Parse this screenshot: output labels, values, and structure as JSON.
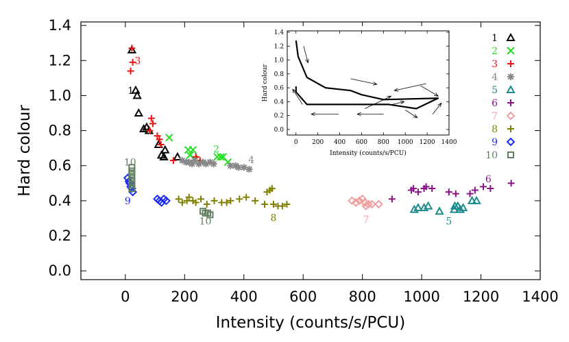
{
  "chart_data": [
    {
      "type": "scatter",
      "xlabel": "Intensity (counts/s/PCU)",
      "ylabel": "Hard colour",
      "xlim": [
        -150,
        1400
      ],
      "ylim": [
        -0.05,
        1.42
      ],
      "xticks": [
        0,
        200,
        400,
        600,
        800,
        1000,
        1200,
        1400
      ],
      "yticks": [
        0.0,
        0.2,
        0.4,
        0.6,
        0.8,
        1.0,
        1.2,
        1.4
      ],
      "xtick_labels": [
        "0",
        "200",
        "400",
        "600",
        "800",
        "1000",
        "1200",
        "1400"
      ],
      "ytick_labels": [
        "0.0",
        "0.2",
        "0.4",
        "0.6",
        "0.8",
        "1.0",
        "1.2",
        "1.4"
      ],
      "legend_position": "top-right",
      "series": [
        {
          "name": "1",
          "marker": "triangle",
          "color": "#000000",
          "points": [
            [
              22,
              1.26
            ],
            [
              35,
              1.03
            ],
            [
              40,
              1.0
            ],
            [
              45,
              0.9
            ],
            [
              62,
              0.81
            ],
            [
              72,
              0.82
            ],
            [
              80,
              0.8
            ],
            [
              112,
              0.72
            ],
            [
              122,
              0.66
            ],
            [
              130,
              0.65
            ],
            [
              134,
              0.69
            ],
            [
              176,
              0.65
            ]
          ]
        },
        {
          "name": "2",
          "marker": "x",
          "color": "#22dd22",
          "points": [
            [
              148,
              0.76
            ],
            [
              212,
              0.69
            ],
            [
              218,
              0.66
            ],
            [
              228,
              0.69
            ],
            [
              232,
              0.64
            ],
            [
              310,
              0.65
            ],
            [
              322,
              0.65
            ],
            [
              330,
              0.65
            ],
            [
              346,
              0.62
            ]
          ]
        },
        {
          "name": "3",
          "marker": "plus",
          "color": "#ee1111",
          "points": [
            [
              22,
              1.27
            ],
            [
              25,
              1.19
            ],
            [
              18,
              1.14
            ],
            [
              88,
              0.87
            ],
            [
              93,
              0.84
            ],
            [
              82,
              0.8
            ],
            [
              108,
              0.77
            ],
            [
              115,
              0.75
            ],
            [
              120,
              0.72
            ],
            [
              162,
              0.63
            ],
            [
              238,
              0.65
            ],
            [
              252,
              0.63
            ]
          ]
        },
        {
          "name": "4",
          "marker": "asterisk",
          "color": "#888888",
          "points": [
            [
              192,
              0.63
            ],
            [
              205,
              0.62
            ],
            [
              215,
              0.62
            ],
            [
              225,
              0.61
            ],
            [
              235,
              0.63
            ],
            [
              248,
              0.61
            ],
            [
              262,
              0.62
            ],
            [
              272,
              0.61
            ],
            [
              286,
              0.62
            ],
            [
              298,
              0.61
            ],
            [
              355,
              0.6
            ],
            [
              372,
              0.6
            ],
            [
              382,
              0.59
            ],
            [
              400,
              0.59
            ],
            [
              418,
              0.58
            ]
          ]
        },
        {
          "name": "5",
          "marker": "triangle",
          "color": "#1a8a8a",
          "points": [
            [
              975,
              0.35
            ],
            [
              988,
              0.36
            ],
            [
              1008,
              0.36
            ],
            [
              1022,
              0.37
            ],
            [
              1060,
              0.34
            ],
            [
              1110,
              0.35
            ],
            [
              1112,
              0.37
            ],
            [
              1122,
              0.37
            ],
            [
              1130,
              0.35
            ],
            [
              1140,
              0.36
            ],
            [
              1170,
              0.4
            ],
            [
              1185,
              0.4
            ]
          ]
        },
        {
          "name": "6",
          "marker": "plus",
          "color": "#881188",
          "points": [
            [
              900,
              0.41
            ],
            [
              965,
              0.46
            ],
            [
              972,
              0.47
            ],
            [
              988,
              0.45
            ],
            [
              1008,
              0.47
            ],
            [
              1015,
              0.48
            ],
            [
              1035,
              0.47
            ],
            [
              1092,
              0.45
            ],
            [
              1115,
              0.44
            ],
            [
              1163,
              0.44
            ],
            [
              1180,
              0.46
            ],
            [
              1208,
              0.48
            ],
            [
              1232,
              0.47
            ],
            [
              1302,
              0.5
            ]
          ]
        },
        {
          "name": "7",
          "marker": "diamond",
          "color": "#f0a0a0",
          "points": [
            [
              765,
              0.4
            ],
            [
              778,
              0.39
            ],
            [
              790,
              0.4
            ],
            [
              800,
              0.41
            ],
            [
              808,
              0.39
            ],
            [
              812,
              0.37
            ],
            [
              820,
              0.38
            ],
            [
              832,
              0.38
            ],
            [
              855,
              0.38
            ]
          ]
        },
        {
          "name": "8",
          "marker": "plus",
          "color": "#808000",
          "points": [
            [
              180,
              0.41
            ],
            [
              192,
              0.39
            ],
            [
              208,
              0.4
            ],
            [
              215,
              0.42
            ],
            [
              228,
              0.4
            ],
            [
              238,
              0.39
            ],
            [
              255,
              0.41
            ],
            [
              275,
              0.38
            ],
            [
              300,
              0.4
            ],
            [
              325,
              0.39
            ],
            [
              342,
              0.39
            ],
            [
              355,
              0.4
            ],
            [
              385,
              0.41
            ],
            [
              408,
              0.42
            ],
            [
              438,
              0.4
            ],
            [
              478,
              0.45
            ],
            [
              488,
              0.46
            ],
            [
              495,
              0.47
            ],
            [
              470,
              0.38
            ],
            [
              500,
              0.38
            ],
            [
              515,
              0.37
            ],
            [
              530,
              0.37
            ],
            [
              545,
              0.38
            ]
          ]
        },
        {
          "name": "9",
          "marker": "diamond",
          "color": "#1a2aee",
          "points": [
            [
              8,
              0.53
            ],
            [
              12,
              0.51
            ],
            [
              15,
              0.5
            ],
            [
              18,
              0.48
            ],
            [
              22,
              0.47
            ],
            [
              25,
              0.45
            ],
            [
              108,
              0.41
            ],
            [
              115,
              0.4
            ],
            [
              122,
              0.39
            ],
            [
              130,
              0.41
            ],
            [
              138,
              0.4
            ]
          ]
        },
        {
          "name": "10",
          "marker": "square",
          "color": "#5f7f5f",
          "points": [
            [
              22,
              0.59
            ],
            [
              22,
              0.57
            ],
            [
              22,
              0.55
            ],
            [
              22,
              0.53
            ],
            [
              22,
              0.51
            ],
            [
              22,
              0.49
            ],
            [
              22,
              0.47
            ],
            [
              262,
              0.34
            ],
            [
              270,
              0.33
            ],
            [
              278,
              0.33
            ],
            [
              286,
              0.32
            ]
          ]
        }
      ],
      "group_labels": [
        {
          "text": "1",
          "x": 18,
          "y": 1.01,
          "color": "#000000"
        },
        {
          "text": "3",
          "x": 42,
          "y": 1.18,
          "color": "#ee1111"
        },
        {
          "text": "2",
          "x": 307,
          "y": 0.675,
          "color": "#22dd22"
        },
        {
          "text": "4",
          "x": 425,
          "y": 0.615,
          "color": "#888888"
        },
        {
          "text": "10",
          "x": 16,
          "y": 0.6,
          "color": "#5f7f5f"
        },
        {
          "text": "9",
          "x": 8,
          "y": 0.38,
          "color": "#1a2aee"
        },
        {
          "text": "10",
          "x": 270,
          "y": 0.265,
          "color": "#5f7f5f"
        },
        {
          "text": "8",
          "x": 500,
          "y": 0.285,
          "color": "#808000"
        },
        {
          "text": "7",
          "x": 812,
          "y": 0.275,
          "color": "#f0a0a0"
        },
        {
          "text": "5",
          "x": 1092,
          "y": 0.265,
          "color": "#1a8a8a"
        },
        {
          "text": "6",
          "x": 1225,
          "y": 0.505,
          "color": "#881188"
        }
      ]
    },
    {
      "type": "line",
      "xlabel": "Intensity (counts/s/PCU)",
      "ylabel": "Hard colour",
      "xlim": [
        -80,
        1400
      ],
      "ylim": [
        -0.08,
        1.42
      ],
      "xticks": [
        0,
        200,
        400,
        600,
        800,
        1000,
        1200,
        1400
      ],
      "yticks": [
        0.0,
        0.2,
        0.4,
        0.6,
        0.8,
        1.0,
        1.2,
        1.4
      ],
      "xtick_labels": [
        "0",
        "200",
        "400",
        "600",
        "800",
        "1000",
        "1200",
        "1400"
      ],
      "ytick_labels": [
        "0.0",
        "0.2",
        "0.4",
        "0.6",
        "0.8",
        "1.0",
        "1.2",
        "1.4"
      ],
      "path": [
        [
          0,
          1.28
        ],
        [
          20,
          1.05
        ],
        [
          100,
          0.75
        ],
        [
          270,
          0.6
        ],
        [
          500,
          0.56
        ],
        [
          600,
          0.5
        ],
        [
          800,
          0.43
        ],
        [
          1300,
          0.45
        ],
        [
          1100,
          0.3
        ],
        [
          850,
          0.36
        ],
        [
          550,
          0.36
        ],
        [
          100,
          0.36
        ],
        [
          0,
          0.54
        ],
        [
          0,
          0.62
        ]
      ],
      "arrows": [
        [
          [
            70,
            1.2
          ],
          [
            110,
            0.96
          ]
        ],
        [
          [
            500,
            0.73
          ],
          [
            740,
            0.65
          ]
        ],
        [
          [
            630,
            0.3
          ],
          [
            870,
            0.48
          ]
        ],
        [
          [
            1190,
            0.66
          ],
          [
            900,
            0.56
          ]
        ],
        [
          [
            880,
            0.36
          ],
          [
            990,
            0.4
          ]
        ],
        [
          [
            1140,
            0.63
          ],
          [
            1300,
            0.48
          ]
        ],
        [
          [
            1000,
            0.28
          ],
          [
            1110,
            0.17
          ]
        ],
        [
          [
            1250,
            0.22
          ],
          [
            1330,
            0.38
          ]
        ],
        [
          [
            800,
            0.22
          ],
          [
            560,
            0.22
          ]
        ],
        [
          [
            390,
            0.22
          ],
          [
            140,
            0.22
          ]
        ],
        [
          [
            60,
            0.36
          ],
          [
            -30,
            0.58
          ]
        ]
      ]
    }
  ]
}
